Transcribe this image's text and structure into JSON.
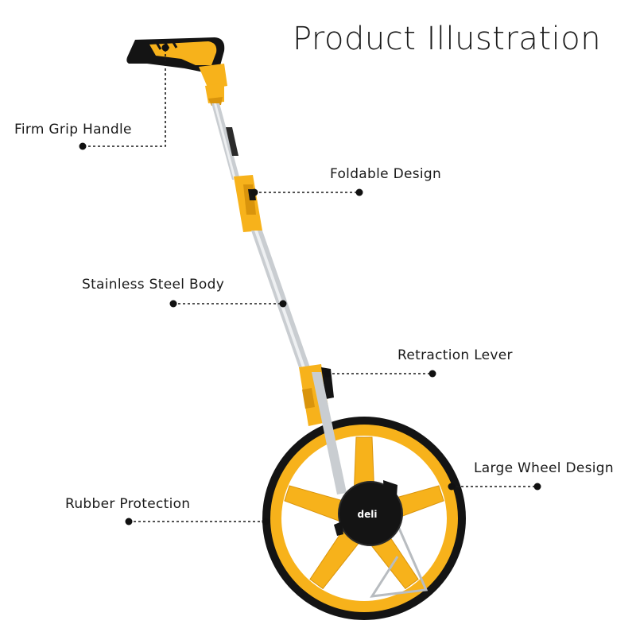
{
  "title": "Product Illustration",
  "brand": "deli",
  "labels": {
    "grip": "Firm Grip Handle",
    "fold": "Foldable Design",
    "steel": "Stainless Steel Body",
    "lever": "Retraction Lever",
    "wheel": "Large Wheel Design",
    "rubber": "Rubber Protection"
  },
  "colors": {
    "yellow": "#f7b21b",
    "yellow_dark": "#d9940c",
    "black": "#141414",
    "steel": "#c9cdd1",
    "text": "#1a1a1a"
  }
}
